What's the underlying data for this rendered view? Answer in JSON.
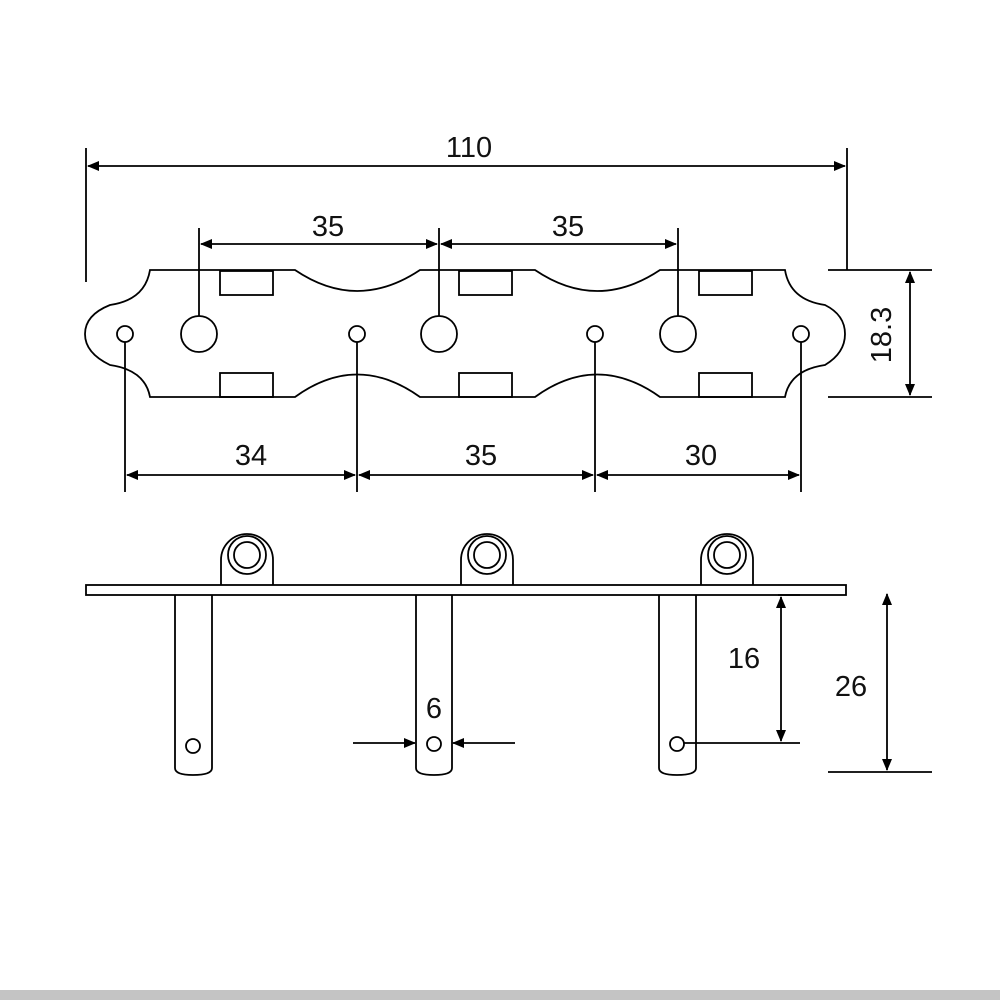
{
  "colors": {
    "line": "#000000",
    "text": "#111111",
    "background": "#ffffff",
    "edge_bar": "#c4c4c4"
  },
  "top_view": {
    "overall_length": "110",
    "post_spacing_left": "35",
    "post_spacing_right": "35",
    "plate_height": "18.3",
    "screw_spacing_left": "34",
    "screw_spacing_middle": "35",
    "screw_spacing_right": "30"
  },
  "side_view": {
    "shaft_diameter": "6",
    "hole_height": "16",
    "total_height": "26"
  }
}
